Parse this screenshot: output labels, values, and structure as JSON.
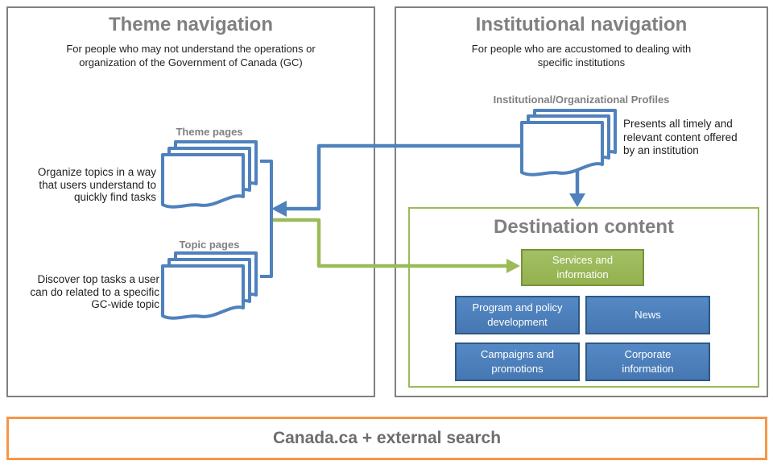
{
  "colors": {
    "accent_blue": "#4F81BD",
    "accent_blue_dark": "#2E5984",
    "accent_green": "#9BBB59",
    "accent_green_dark": "#77933C",
    "accent_orange": "#F79646",
    "heading_gray": "#808080",
    "body_text": "#1F1F1F"
  },
  "theme_panel": {
    "title": "Theme navigation",
    "subtitle": "For people who may not understand the operations or\norganization of the Government of Canada (GC)",
    "theme_pages_label": "Theme pages",
    "theme_pages_description": "Organize topics in a way\nthat users understand to\nquickly find tasks",
    "topic_pages_label": "Topic pages",
    "topic_pages_description": "Discover top tasks a user\ncan do related to a specific\nGC-wide topic"
  },
  "institutional_panel": {
    "title": "Institutional navigation",
    "subtitle": "For people who are accustomed to dealing with\nspecific institutions",
    "profiles_label": "Institutional/Organizational Profiles",
    "profiles_description": "Presents all timely and\nrelevant content offered\nby an institution"
  },
  "destination_panel": {
    "title": "Destination content",
    "services_box": "Services and\ninformation",
    "program_box": "Program and policy\ndevelopment",
    "news_box": "News",
    "campaigns_box": "Campaigns and\npromotions",
    "corporate_box": "Corporate\ninformation"
  },
  "footer": {
    "label": "Canada.ca + external search"
  },
  "icons": {
    "theme_pages": "document-stack-icon",
    "topic_pages": "document-stack-icon",
    "profiles": "document-stack-icon",
    "connectors": [
      "arrow-left-icon",
      "arrow-down-icon",
      "arrow-right-icon",
      "bracket-shape"
    ]
  }
}
